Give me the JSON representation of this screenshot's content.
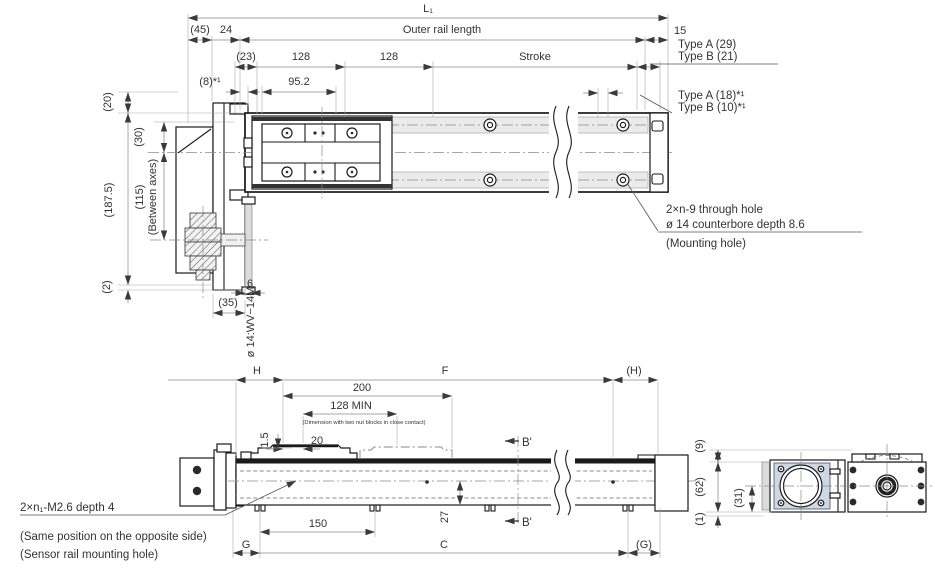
{
  "top_view": {
    "l1": "L₁",
    "outer_rail_length": "Outer rail length",
    "d45": "(45)",
    "d24": "24",
    "d23": "(23)",
    "d128a": "128",
    "d128b": "128",
    "stroke": "Stroke",
    "d15": "15",
    "type_a_29": "Type A (29)",
    "type_b_21": "Type B (21)",
    "type_a_18": "Type A (18)*¹",
    "type_b_10": "Type B (10)*¹",
    "d8": "(8)*¹",
    "d95_2": "95.2",
    "d20": "(20)",
    "d30": "(30)",
    "d115": "(115)",
    "between_axes": "(Between axes)",
    "d187_5": "(187.5)",
    "d2": "(2)",
    "d6": "6",
    "d35": "(35)",
    "shaft_label": "ø 14:WV−14M",
    "mounting_hole_note": {
      "line1": "2×n-9 through hole",
      "line2": "ø 14 counterbore depth 8.6",
      "line3": "(Mounting hole)"
    }
  },
  "side_view": {
    "h": "H",
    "f": "F",
    "h_paren": "(H)",
    "d200": "200",
    "d128min": "128 MIN",
    "nut_block_note": "(Dimension with two nut blocks in close contact)",
    "d20": "20",
    "d1_5": "1.5",
    "d27": "27",
    "d150": "150",
    "g": "G",
    "c": "C",
    "g_paren": "(G)",
    "b_prime": "B'",
    "sensor_note": {
      "line1": "2×n₁-M2.6 depth 4",
      "line2": "(Same position on the opposite side)",
      "line3": "(Sensor rail mounting hole)"
    }
  },
  "end_view": {
    "d9": "(9)",
    "d62": "(62)",
    "d31": "(31)",
    "d1": "(1)"
  },
  "colors": {
    "line": "#1a1a1a",
    "dim": "#8a8a8a",
    "band": "#ebebeb",
    "flange_plate": "#cdd8e4"
  }
}
